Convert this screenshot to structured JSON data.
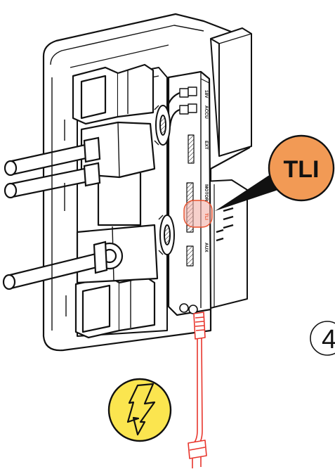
{
  "callout": {
    "label": "TLI",
    "fill": "#f29a55"
  },
  "step_number": "4",
  "board_labels": [
    "18V",
    "ACCU",
    "EXT",
    "MOTOR",
    "TLI",
    "AUX"
  ],
  "board_label_highlight_color": "#e8502c",
  "warning_icon": {
    "name": "electric-hazard-icon",
    "fill": "#fbe54f"
  },
  "power_cord_color": "#e8352c"
}
